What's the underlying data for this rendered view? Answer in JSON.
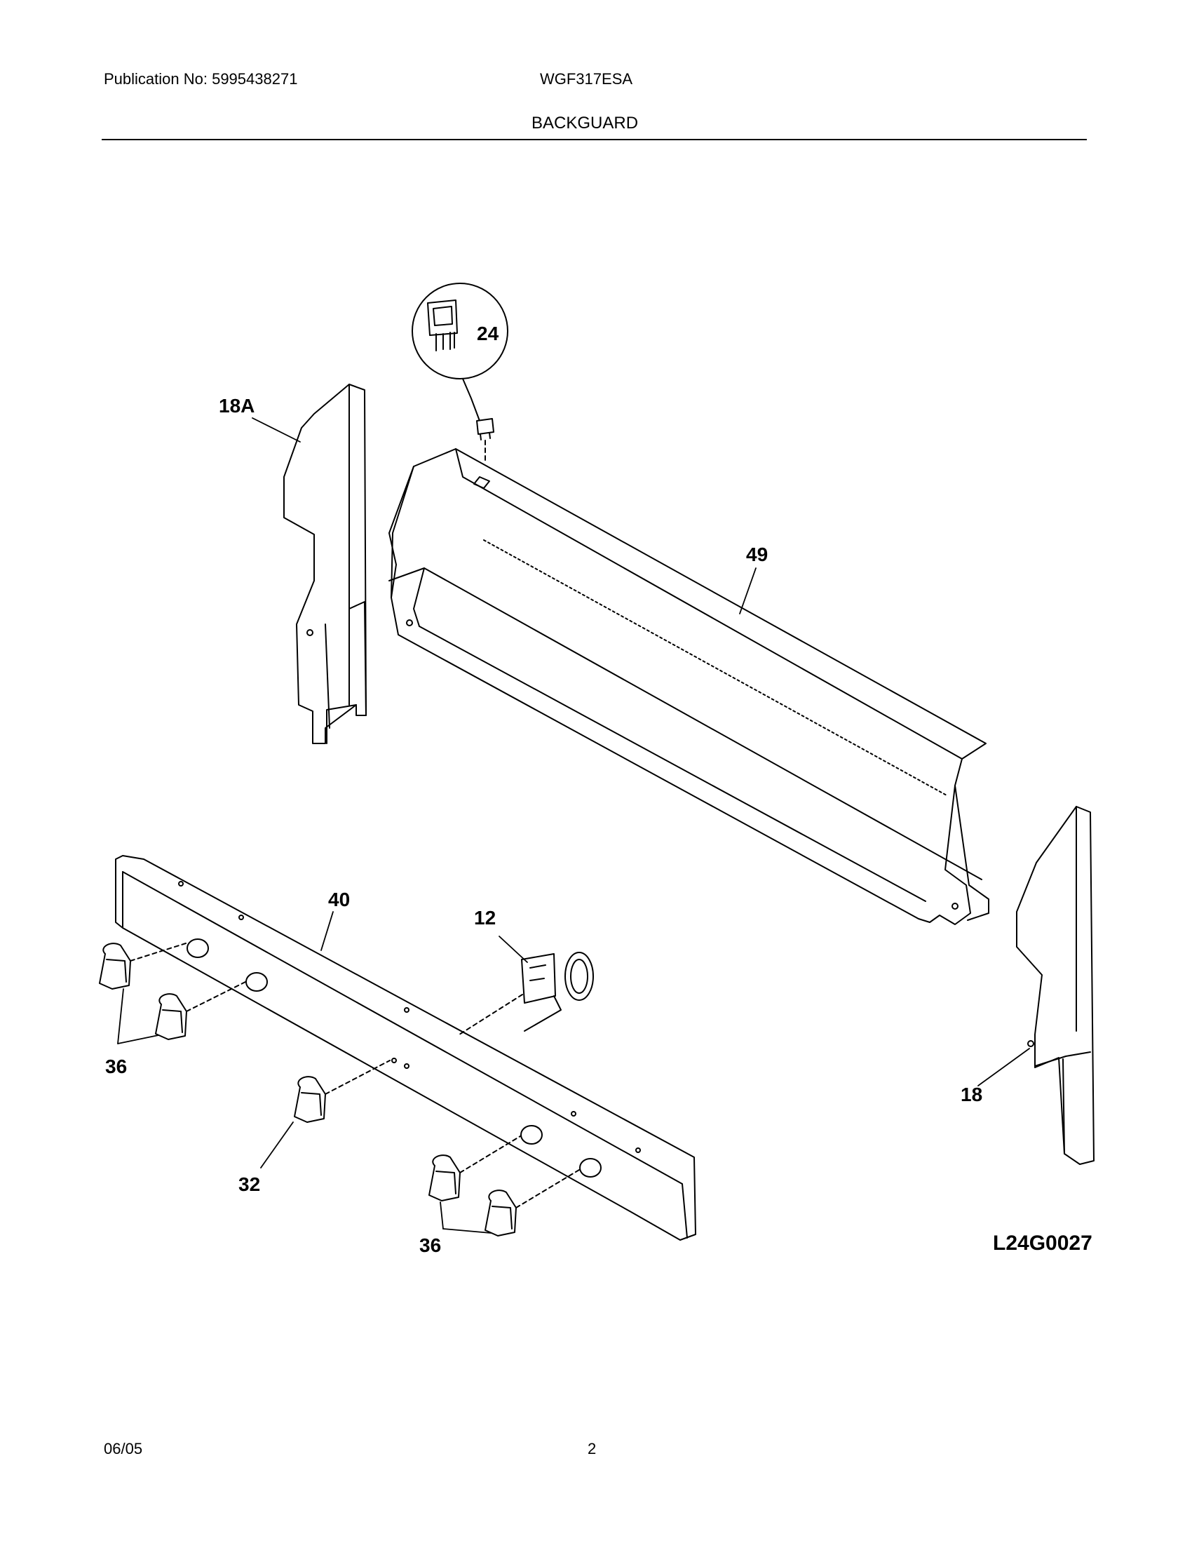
{
  "header": {
    "publication": "Publication No: 5995438271",
    "model": "WGF317ESA",
    "section": "BACKGUARD"
  },
  "diagram": {
    "callouts": {
      "p24": "24",
      "p18a": "18A",
      "p49": "49",
      "p40": "40",
      "p12": "12",
      "p36_left": "36",
      "p18": "18",
      "p32": "32",
      "p36_right": "36"
    },
    "drawing_code": "L24G0027"
  },
  "footer": {
    "date": "06/05",
    "page": "2"
  }
}
